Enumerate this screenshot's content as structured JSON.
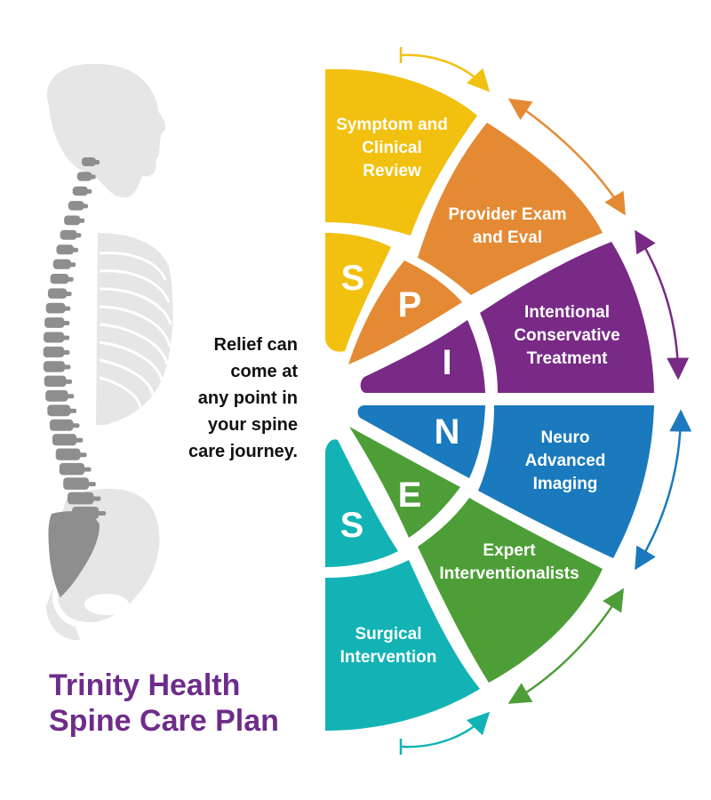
{
  "title": {
    "line1": "Trinity Health",
    "line2": "Spine Care Plan",
    "color": "#6e2c8a"
  },
  "relief_text": [
    "Relief can",
    "come at",
    "any point in",
    "your spine",
    "care journey."
  ],
  "segments": [
    {
      "letter": "S",
      "label": [
        "Symptom and",
        "Clinical",
        "Review"
      ],
      "color": "#f2c00f",
      "arrow_color": "#f2c00f"
    },
    {
      "letter": "P",
      "label": [
        "Provider Exam",
        "and Eval"
      ],
      "color": "#e48a34",
      "arrow_color": "#e48a34"
    },
    {
      "letter": "I",
      "label": [
        "Intentional",
        "Conservative",
        "Treatment"
      ],
      "color": "#782a86",
      "arrow_color": "#782a86"
    },
    {
      "letter": "N",
      "label": [
        "Neuro",
        "Advanced",
        "Imaging"
      ],
      "color": "#1a7abd",
      "arrow_color": "#1a7abd"
    },
    {
      "letter": "E",
      "label": [
        "Expert",
        "Interventionalists"
      ],
      "color": "#4e9e38",
      "arrow_color": "#4e9e38"
    },
    {
      "letter": "S",
      "label": [
        "Surgical",
        "Intervention"
      ],
      "color": "#13b3b5",
      "arrow_color": "#13b3b5"
    }
  ],
  "skeleton": {
    "bone_color": "#e6e6e6",
    "vertebra_color": "#8e8e8e",
    "icon": "spine-skeleton-icon"
  }
}
